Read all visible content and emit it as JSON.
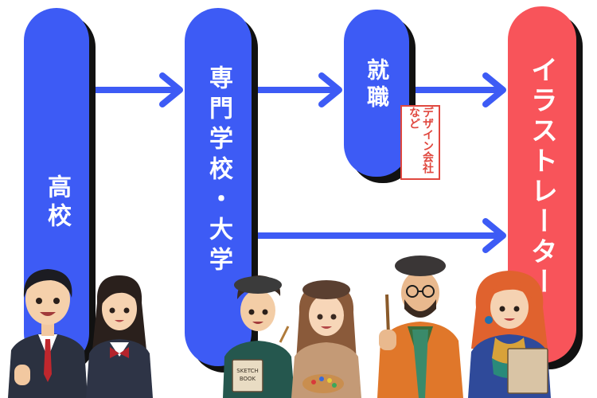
{
  "nodes": {
    "high_school": "高校",
    "vocational": "専門学校・大学",
    "employment": "就職",
    "illustrator": "イラストレーター"
  },
  "employment_note": "デザイン会社など",
  "sketchbook_label": "SKETCH BOOK",
  "colors": {
    "blue": "#3d5bf5",
    "red": "#f8545a",
    "shadow": "#111111",
    "tag_border": "#e0483f"
  },
  "edges": [
    {
      "from": "high_school",
      "to": "vocational"
    },
    {
      "from": "vocational",
      "to": "employment"
    },
    {
      "from": "employment",
      "to": "illustrator"
    },
    {
      "from": "vocational",
      "to": "illustrator"
    }
  ]
}
